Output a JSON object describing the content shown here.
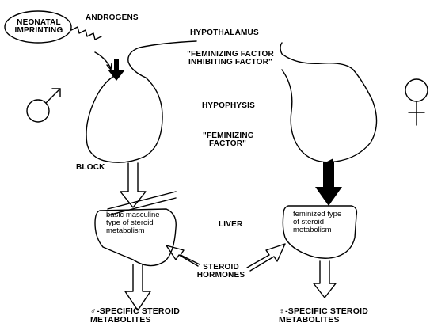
{
  "labels": {
    "neonatal_imprinting": [
      "NEONATAL",
      "IMPRINTING"
    ],
    "androgens": "ANDROGENS",
    "hypothalamus": "HYPOTHALAMUS",
    "inhibiting_factor": [
      "\"FEMINIZING FACTOR",
      "INHIBITING FACTOR\""
    ],
    "hypophysis": "HYPOPHYSIS",
    "feminizing_factor": [
      "\"FEMINIZING",
      "FACTOR\""
    ],
    "block": "BLOCK",
    "liver": "LIVER",
    "masculine_liver": [
      "basic masculine",
      "type of steroid",
      "metabolism"
    ],
    "feminized_liver": [
      "feminized type",
      "of steroid",
      "metabolism"
    ],
    "steroid_hormones": [
      "STEROID",
      "HORMONES"
    ],
    "male_metabolites": [
      "-SPECIFIC STEROID",
      "METABOLITES"
    ],
    "female_metabolites": [
      "-SPECIFIC STEROID",
      "METABOLITES"
    ]
  },
  "symbols": {
    "male": "♂",
    "female": "♀"
  },
  "icons": {
    "male_symbol": "male-symbol-icon",
    "female_symbol": "female-symbol-icon"
  }
}
